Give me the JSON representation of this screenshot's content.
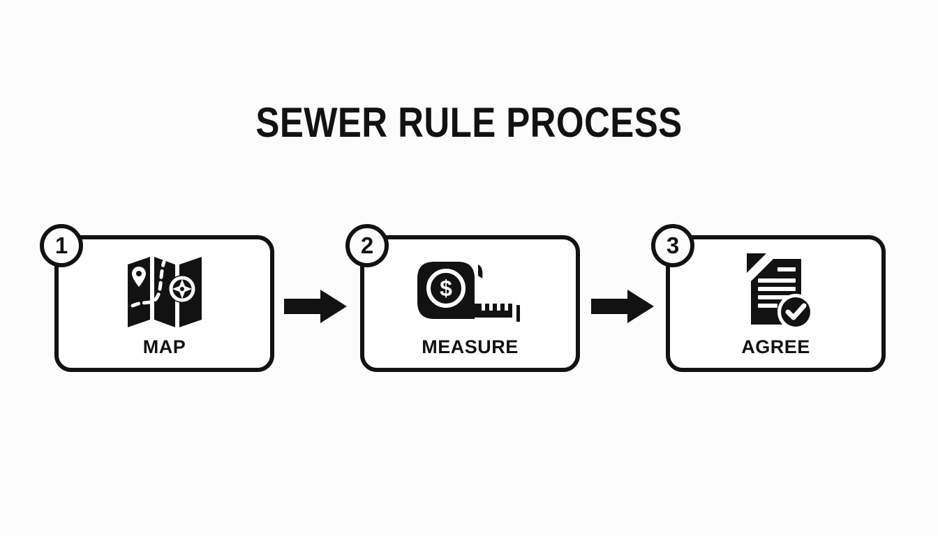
{
  "title": "SEWER RULE PROCESS",
  "steps": [
    {
      "number": "1",
      "label": "MAP",
      "icon": "map-icon"
    },
    {
      "number": "2",
      "label": "MEASURE",
      "icon": "tape-measure-icon"
    },
    {
      "number": "3",
      "label": "AGREE",
      "icon": "document-check-icon"
    }
  ],
  "connectors": [
    {
      "icon": "arrow-right-icon"
    },
    {
      "icon": "arrow-right-icon"
    }
  ],
  "colors": {
    "ink": "#121212",
    "background": "#fcfcfc",
    "paper": "#ffffff"
  }
}
